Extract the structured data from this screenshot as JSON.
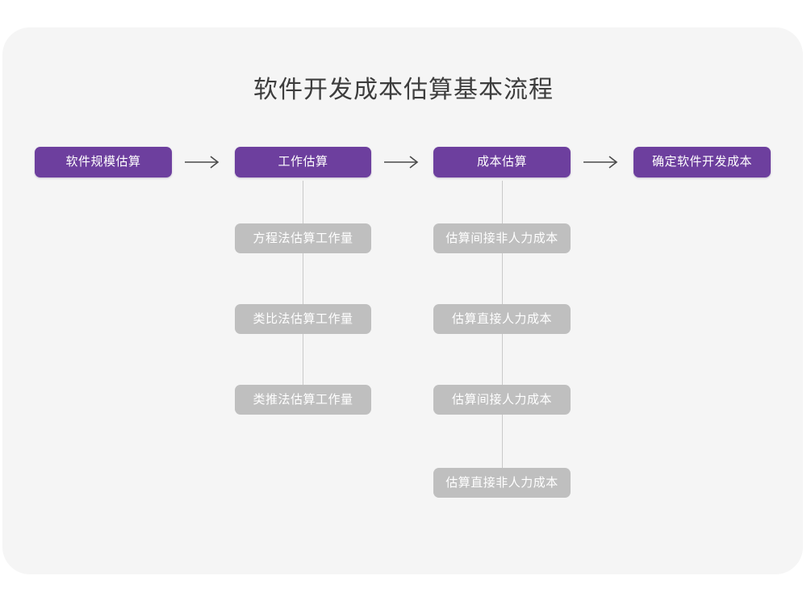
{
  "title": "软件开发成本估算基本流程",
  "theme": {
    "page_background": "#ffffff",
    "card_background": "#f5f5f5",
    "primary_node_color": "#6d3f9e",
    "primary_node_text": "#ffffff",
    "secondary_node_color": "#bfbfbf",
    "secondary_node_text": "#ffffff",
    "connector_color": "#c9c9c9",
    "arrow_color": "#4a4a4a",
    "title_color": "#3d3d3d"
  },
  "flow": {
    "main_steps": [
      {
        "label": "软件规模估算"
      },
      {
        "label": "工作估算"
      },
      {
        "label": "成本估算"
      },
      {
        "label": "确定软件开发成本"
      }
    ],
    "arrows": [
      {
        "name": "arrow-step1-to-step2",
        "glyph": "⟶"
      },
      {
        "name": "arrow-step2-to-step3",
        "glyph": "⟶"
      },
      {
        "name": "arrow-step3-to-step4",
        "glyph": "⟶"
      }
    ],
    "work_estimation_methods": [
      {
        "label": "方程法估算工作量"
      },
      {
        "label": "类比法估算工作量"
      },
      {
        "label": "类推法估算工作量"
      }
    ],
    "cost_estimation_items": [
      {
        "label": "估算间接非人力成本"
      },
      {
        "label": "估算直接人力成本"
      },
      {
        "label": "估算间接人力成本"
      },
      {
        "label": "估算直接非人力成本"
      }
    ]
  }
}
